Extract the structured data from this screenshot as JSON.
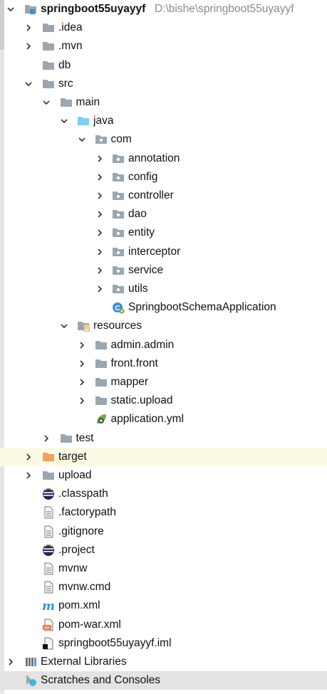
{
  "tree": {
    "root": {
      "label": "springboot55uyayyf",
      "path": "D:\\bishe\\springboot55uyayyf"
    },
    "items": [
      {
        "label": ".idea",
        "icon": "folder-icon",
        "depth": 1,
        "arrow": "right"
      },
      {
        "label": ".mvn",
        "icon": "folder-icon",
        "depth": 1,
        "arrow": "right"
      },
      {
        "label": "db",
        "icon": "folder-icon",
        "depth": 1,
        "arrow": "none"
      },
      {
        "label": "src",
        "icon": "folder-icon",
        "depth": 1,
        "arrow": "down"
      },
      {
        "label": "main",
        "icon": "folder-icon",
        "depth": 2,
        "arrow": "down"
      },
      {
        "label": "java",
        "icon": "source-folder-icon",
        "depth": 3,
        "arrow": "down"
      },
      {
        "label": "com",
        "icon": "package-icon",
        "depth": 4,
        "arrow": "down"
      },
      {
        "label": "annotation",
        "icon": "package-icon",
        "depth": 5,
        "arrow": "right"
      },
      {
        "label": "config",
        "icon": "package-icon",
        "depth": 5,
        "arrow": "right"
      },
      {
        "label": "controller",
        "icon": "package-icon",
        "depth": 5,
        "arrow": "right"
      },
      {
        "label": "dao",
        "icon": "package-icon",
        "depth": 5,
        "arrow": "right"
      },
      {
        "label": "entity",
        "icon": "package-icon",
        "depth": 5,
        "arrow": "right"
      },
      {
        "label": "interceptor",
        "icon": "package-icon",
        "depth": 5,
        "arrow": "right"
      },
      {
        "label": "service",
        "icon": "package-icon",
        "depth": 5,
        "arrow": "right"
      },
      {
        "label": "utils",
        "icon": "package-icon",
        "depth": 5,
        "arrow": "right"
      },
      {
        "label": "SpringbootSchemaApplication",
        "icon": "spring-boot-class-icon",
        "depth": 5,
        "arrow": "none"
      },
      {
        "label": "resources",
        "icon": "resources-folder-icon",
        "depth": 3,
        "arrow": "down"
      },
      {
        "label": "admin.admin",
        "icon": "folder-icon",
        "depth": 4,
        "arrow": "right"
      },
      {
        "label": "front.front",
        "icon": "folder-icon",
        "depth": 4,
        "arrow": "right"
      },
      {
        "label": "mapper",
        "icon": "folder-icon",
        "depth": 4,
        "arrow": "right"
      },
      {
        "label": "static.upload",
        "icon": "folder-icon",
        "depth": 4,
        "arrow": "right"
      },
      {
        "label": "application.yml",
        "icon": "spring-config-icon",
        "depth": 4,
        "arrow": "none"
      },
      {
        "label": "test",
        "icon": "folder-icon",
        "depth": 2,
        "arrow": "right"
      },
      {
        "label": "target",
        "icon": "excluded-folder-icon",
        "depth": 1,
        "arrow": "right",
        "highlight": "target"
      },
      {
        "label": "upload",
        "icon": "folder-icon",
        "depth": 1,
        "arrow": "right"
      },
      {
        "label": ".classpath",
        "icon": "eclipse-file-icon",
        "depth": 1,
        "arrow": "none"
      },
      {
        "label": ".factorypath",
        "icon": "text-file-icon",
        "depth": 1,
        "arrow": "none"
      },
      {
        "label": ".gitignore",
        "icon": "text-file-icon",
        "depth": 1,
        "arrow": "none"
      },
      {
        "label": ".project",
        "icon": "eclipse-file-icon",
        "depth": 1,
        "arrow": "none"
      },
      {
        "label": "mvnw",
        "icon": "text-file-icon",
        "depth": 1,
        "arrow": "none"
      },
      {
        "label": "mvnw.cmd",
        "icon": "text-file-icon",
        "depth": 1,
        "arrow": "none"
      },
      {
        "label": "pom.xml",
        "icon": "maven-icon",
        "depth": 1,
        "arrow": "none"
      },
      {
        "label": "pom-war.xml",
        "icon": "xml-file-icon",
        "depth": 1,
        "arrow": "none"
      },
      {
        "label": "springboot55uyayyf.iml",
        "icon": "iml-file-icon",
        "depth": 1,
        "arrow": "none"
      }
    ],
    "footer": [
      {
        "label": "External Libraries",
        "icon": "libraries-icon",
        "depth": 0,
        "arrow": "right"
      },
      {
        "label": "Scratches and Consoles",
        "icon": "scratches-icon",
        "depth": 0,
        "arrow": "none",
        "highlight": "scratch"
      }
    ]
  },
  "colors": {
    "folder": "#9aa7b0",
    "source_folder": "#7ecfef",
    "excluded_folder": "#f4a15a",
    "target_row_bg": "#fbfbe5",
    "scratch_row_bg": "#e3e3e3",
    "path_text": "#8a8a8a"
  }
}
